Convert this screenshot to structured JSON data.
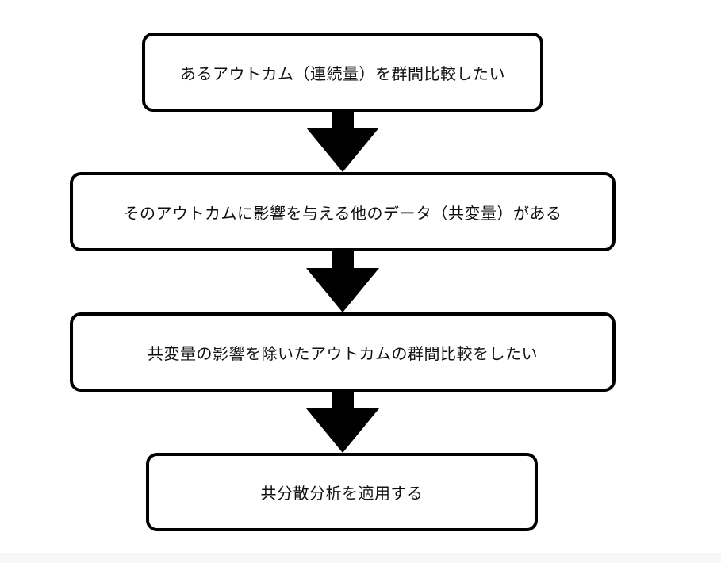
{
  "flowchart": {
    "steps": [
      {
        "label": "あるアウトカム（連続量）を群間比較したい"
      },
      {
        "label": "そのアウトカムに影響を与える他のデータ（共変量）がある"
      },
      {
        "label": "共変量の影響を除いたアウトカムの群間比較をしたい"
      },
      {
        "label": "共分散分析を適用する"
      }
    ]
  }
}
